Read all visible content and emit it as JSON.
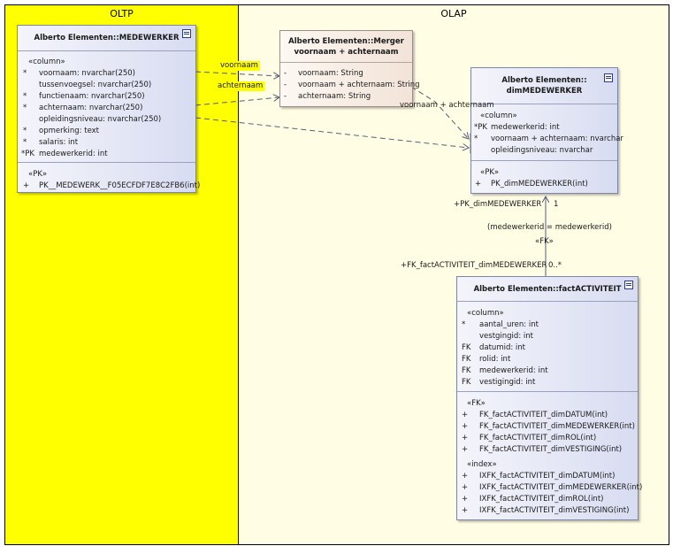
{
  "lanes": {
    "oltp": "OLTP",
    "olap": "OLAP"
  },
  "medewerker": {
    "title": "Alberto Elementen::MEDEWERKER",
    "stereo_column": "«column»",
    "rows": [
      {
        "marker": "*",
        "text": "voornaam: nvarchar(250)"
      },
      {
        "marker": "",
        "text": "tussenvoegsel: nvarchar(250)"
      },
      {
        "marker": "*",
        "text": "functienaam: nvarchar(250)"
      },
      {
        "marker": "*",
        "text": "achternaam: nvarchar(250)"
      },
      {
        "marker": "",
        "text": "opleidingsniveau: nvarchar(250)"
      },
      {
        "marker": "*",
        "text": "opmerking: text"
      },
      {
        "marker": "*",
        "text": "salaris: int"
      },
      {
        "marker": "*PK",
        "text": "medewerkerid: int"
      }
    ],
    "stereo_pk": "«PK»",
    "pk_marker": "+",
    "pk_text": "PK__MEDEWERK__F05ECFDF7E8C2FB6(int)"
  },
  "merger": {
    "title_line1": "Alberto Elementen::Merger",
    "title_line2": "voornaam + achternaam",
    "rows": [
      {
        "marker": "-",
        "text": "voornaam: String"
      },
      {
        "marker": "-",
        "text": "voornaam + achternaam: String"
      },
      {
        "marker": "-",
        "text": "achternaam: String"
      }
    ]
  },
  "dim": {
    "title_line1": "Alberto Elementen::",
    "title_line2": "dimMEDEWERKER",
    "stereo_column": "«column»",
    "rows": [
      {
        "marker": "*PK",
        "text": "medewerkerid: int"
      },
      {
        "marker": "*",
        "text": "voornaam + achternaam: nvarchar"
      },
      {
        "marker": "",
        "text": "opleidingsniveau: nvarchar"
      }
    ],
    "stereo_pk": "«PK»",
    "pk_marker": "+",
    "pk_text": "PK_dimMEDEWERKER(int)"
  },
  "fact": {
    "title": "Alberto Elementen::factACTIVITEIT",
    "stereo_column": "«column»",
    "rows": [
      {
        "marker": "*",
        "text": "aantal_uren: int"
      },
      {
        "marker": "",
        "text": "vestgingid: int"
      },
      {
        "marker": "FK",
        "text": "datumid: int"
      },
      {
        "marker": "FK",
        "text": "rolid: int"
      },
      {
        "marker": "FK",
        "text": "medewerkerid: int"
      },
      {
        "marker": "FK",
        "text": "vestigingid: int"
      }
    ],
    "stereo_fk": "«FK»",
    "fk_rows": [
      {
        "marker": "+",
        "text": "FK_factACTIVITEIT_dimDATUM(int)"
      },
      {
        "marker": "+",
        "text": "FK_factACTIVITEIT_dimMEDEWERKER(int)"
      },
      {
        "marker": "+",
        "text": "FK_factACTIVITEIT_dimROL(int)"
      },
      {
        "marker": "+",
        "text": "FK_factACTIVITEIT_dimVESTIGING(int)"
      }
    ],
    "stereo_index": "«index»",
    "index_rows": [
      {
        "marker": "+",
        "text": "IXFK_factACTIVITEIT_dimDATUM(int)"
      },
      {
        "marker": "+",
        "text": "IXFK_factACTIVITEIT_dimMEDEWERKER(int)"
      },
      {
        "marker": "+",
        "text": "IXFK_factACTIVITEIT_dimROL(int)"
      },
      {
        "marker": "+",
        "text": "IXFK_factACTIVITEIT_dimVESTIGING(int)"
      }
    ]
  },
  "connectors": {
    "voornaam": "voornaam",
    "achternaam": "achternaam",
    "merge": "voornaam + achternaam",
    "dim_role": "+PK_dimMEDEWERKER",
    "dim_mult": "1",
    "join": "(medewerkerid = medewerkerid)",
    "fk_stereo": "«FK»",
    "fact_role": "+FK_factACTIVITEIT_dimMEDEWERKER",
    "fact_mult": "0..*"
  },
  "colors": {
    "oltp_background": "#ffff00",
    "olap_background": "#fffde3",
    "table_fill": "#d8dcf1",
    "class_fill": "#f2e3d7",
    "connector": "#555c7a"
  }
}
